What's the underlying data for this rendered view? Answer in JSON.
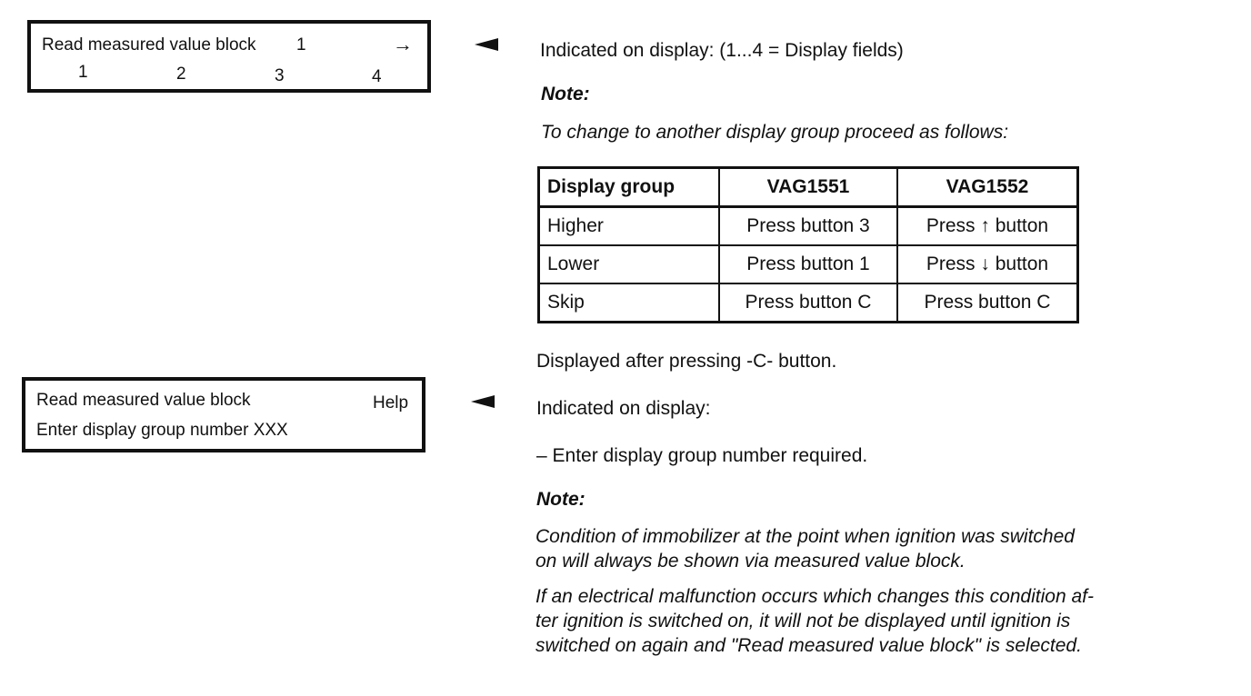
{
  "display1": {
    "title": "Read measured value block",
    "block_number": "1",
    "arrow": "→",
    "fields": [
      "1",
      "2",
      "3",
      "4"
    ]
  },
  "display2": {
    "title": "Read measured value block",
    "help": "Help",
    "prompt": "Enter display group number XXX"
  },
  "section1": {
    "indicated": "Indicated on display: (1...4 = Display fields)",
    "note_heading": "Note:",
    "note_text": "To change to another display group proceed as follows:"
  },
  "table": {
    "headers": [
      "Display group",
      "VAG1551",
      "VAG1552"
    ],
    "rows": [
      [
        "Higher",
        "Press button 3",
        "Press ↑ button"
      ],
      [
        "Lower",
        "Press button 1",
        "Press ↓ button"
      ],
      [
        "Skip",
        "Press button C",
        "Press button C"
      ]
    ]
  },
  "section2": {
    "after_c": "Displayed after pressing -C- button.",
    "indicated": "Indicated on display:",
    "step": "–  Enter display group number required.",
    "note_heading": "Note:",
    "note_para1_line1": "Condition of immobilizer at the point when ignition was switched",
    "note_para1_line2": "on will always be shown via measured value block.",
    "note_para2_line1": "If an electrical malfunction occurs which changes this condition af-",
    "note_para2_line2": "ter ignition is switched on, it will not be displayed until ignition is",
    "note_para2_line3": "switched on again and \"Read measured value block\" is selected."
  }
}
